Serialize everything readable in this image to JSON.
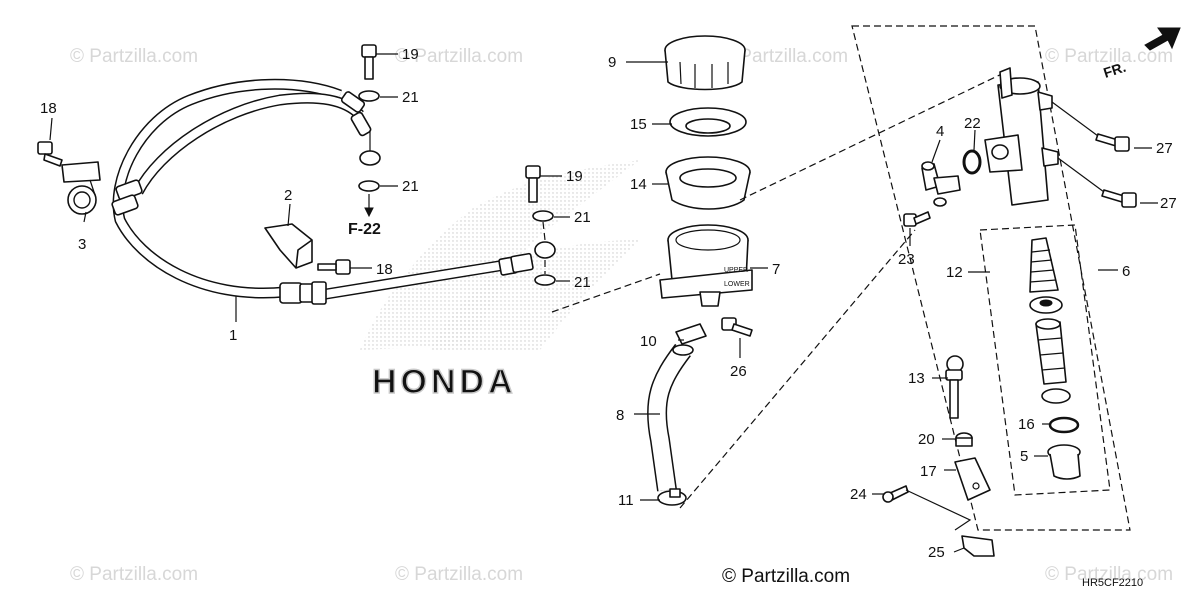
{
  "watermark": {
    "text": "© Partzilla.com",
    "copyright": "© Partzilla.com"
  },
  "logo": {
    "text": "HONDA"
  },
  "diagram_code": "HR5CF2210",
  "direction": {
    "label": "FR."
  },
  "reference": {
    "label": "F-22"
  },
  "callouts": {
    "c1": "1",
    "c2": "2",
    "c3": "3",
    "c4": "4",
    "c5": "5",
    "c6": "6",
    "c7": "7",
    "c8": "8",
    "c9": "9",
    "c10": "10",
    "c11": "11",
    "c12": "12",
    "c13": "13",
    "c14": "14",
    "c15": "15",
    "c16": "16",
    "c17": "17",
    "c18a": "18",
    "c18b": "18",
    "c19a": "19",
    "c19b": "19",
    "c20": "20",
    "c21a": "21",
    "c21b": "21",
    "c21c": "21",
    "c21d": "21",
    "c22": "22",
    "c23": "23",
    "c24": "24",
    "c25": "25",
    "c26": "26",
    "c27a": "27",
    "c27b": "27"
  }
}
